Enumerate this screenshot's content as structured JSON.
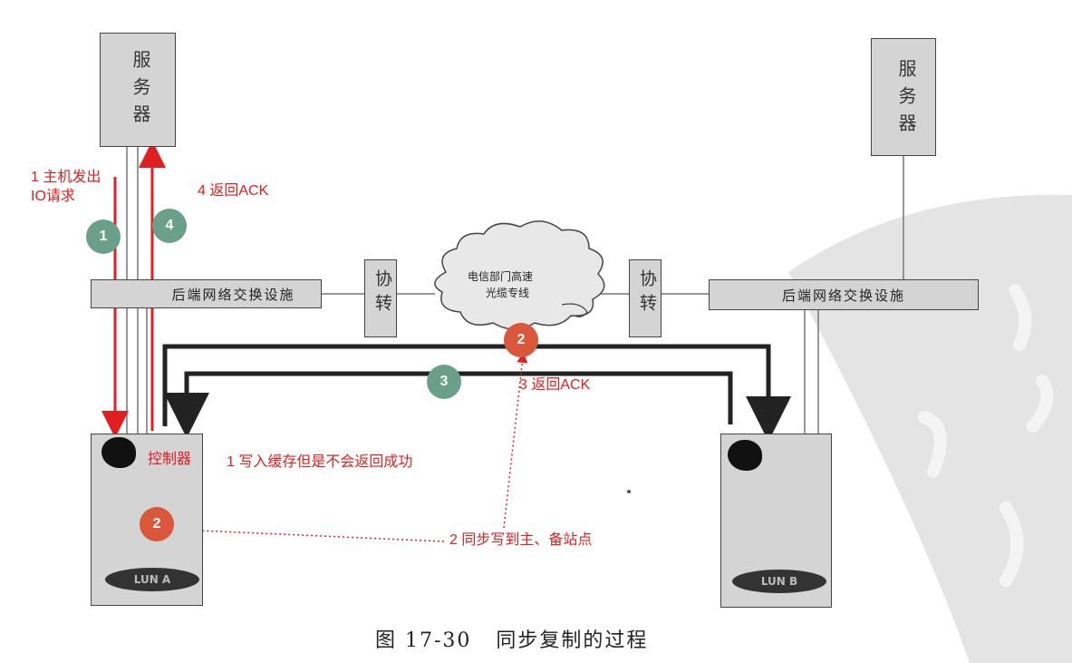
{
  "left_server": {
    "label": "服务器"
  },
  "right_server": {
    "label": "服务器"
  },
  "left_network": {
    "label": "后端网络交换设施"
  },
  "right_network": {
    "label": "后端网络交换设施"
  },
  "left_protocol": {
    "label": "协转"
  },
  "right_protocol": {
    "label": "协转"
  },
  "cloud": {
    "line1": "电信部门高速",
    "line2": "光缆专线"
  },
  "left_storage": {
    "lun_label": "LUN A"
  },
  "right_storage": {
    "lun_label": "LUN B"
  },
  "annotations": {
    "step1_host_io_line1": "1 主机发出",
    "step1_host_io_line2": "IO请求",
    "step4_return_ack": "4 返回ACK",
    "step3_return_ack": "3 返回ACK",
    "controller": "控制器",
    "step1_write_cache": "1 写入缓存但是不会返回成功",
    "step2_sync_write": "2 同步写到主、备站点"
  },
  "badges": {
    "b1": "1",
    "b4": "4",
    "b2_top": "2",
    "b3": "3",
    "b2_left": "2"
  },
  "caption": "图 17-30   同步复制的过程",
  "colors": {
    "red": "#e02020",
    "green_badge": "#6aa08a",
    "orange_badge": "#d9573a",
    "box_gray": "#d4d4d4"
  }
}
